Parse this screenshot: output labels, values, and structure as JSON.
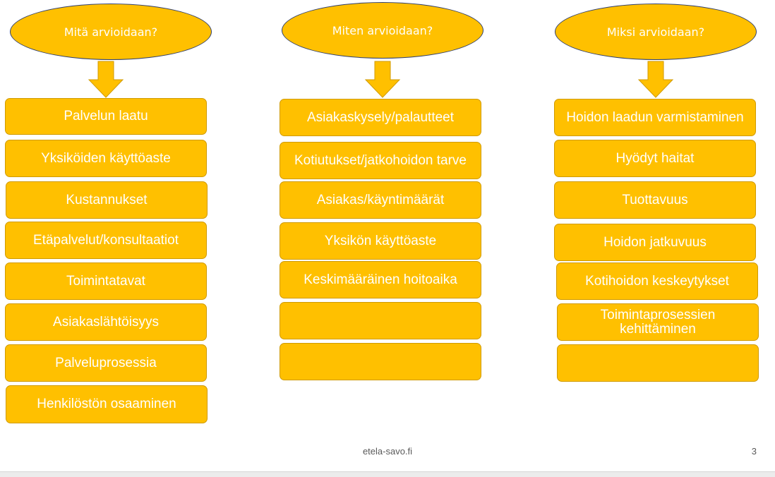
{
  "columns": [
    {
      "header": "Mitä arvioidaan?",
      "items": [
        "Palvelun laatu",
        "Yksiköiden käyttöaste",
        "Kustannukset",
        "Etäpalvelut/konsultaatiot",
        "Toimintatavat",
        "Asiakaslähtöisyys",
        "Palveluprosessia",
        "Henkilöstön osaaminen"
      ]
    },
    {
      "header": "Miten arvioidaan?",
      "items": [
        "Asiakaskysely/palautteet",
        "Kotiutukset/jatkohoidon tarve",
        "Asiakas/käyntimäärät",
        "Yksikön käyttöaste",
        "Keskimääräinen hoitoaika",
        "",
        ""
      ]
    },
    {
      "header": "Miksi arvioidaan?",
      "items": [
        "Hoidon laadun varmistaminen",
        "Hyödyt haitat",
        "Tuottavuus",
        "Hoidon jatkuvuus",
        "Kotihoidon keskeytykset",
        "Toimintaprosessien kehittäminen",
        ""
      ]
    }
  ],
  "footer": {
    "site": "etela-savo.fi",
    "page": "3"
  },
  "colors": {
    "fill": "#ffc000",
    "oval_border": "#2f3f6f",
    "text": "#ffffff"
  }
}
